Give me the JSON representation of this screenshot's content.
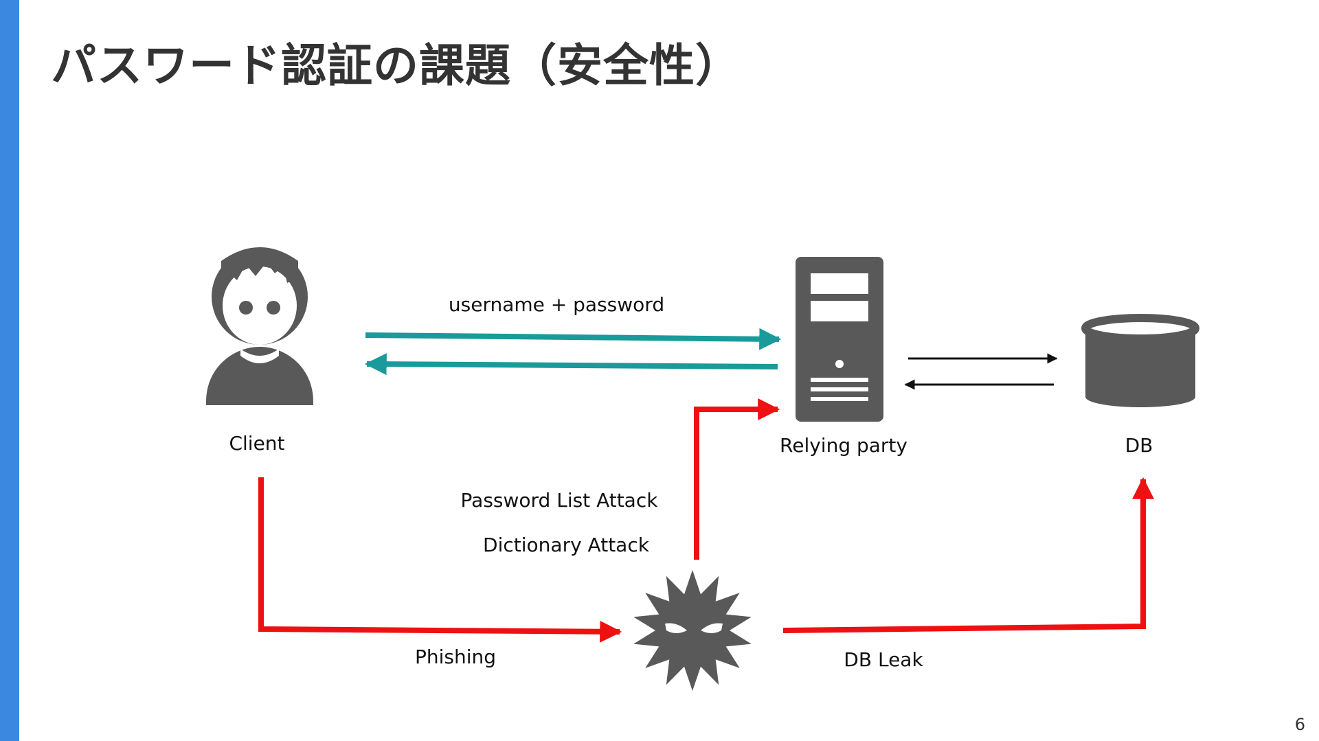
{
  "slide": {
    "title": "パスワード認証の課題（安全性）",
    "page_number": "6"
  },
  "colors": {
    "accent_bar": "#3a88e0",
    "icon_gray": "#595959",
    "normal_flow": "#1a9a9a",
    "attack_flow": "#ee1111",
    "db_link": "#111111"
  },
  "diagram": {
    "nodes": {
      "client": {
        "label": "Client",
        "icon": "user-icon"
      },
      "relying_party": {
        "label": "Relying party",
        "icon": "server-icon"
      },
      "db": {
        "label": "DB",
        "icon": "database-icon"
      },
      "attacker": {
        "icon": "attacker-icon"
      }
    },
    "edges": {
      "credentials": {
        "label": "username + password"
      },
      "password_list_attack": {
        "label": "Password List Attack"
      },
      "dictionary_attack": {
        "label": "Dictionary Attack"
      },
      "phishing": {
        "label": "Phishing"
      },
      "db_leak": {
        "label": "DB Leak"
      }
    }
  }
}
